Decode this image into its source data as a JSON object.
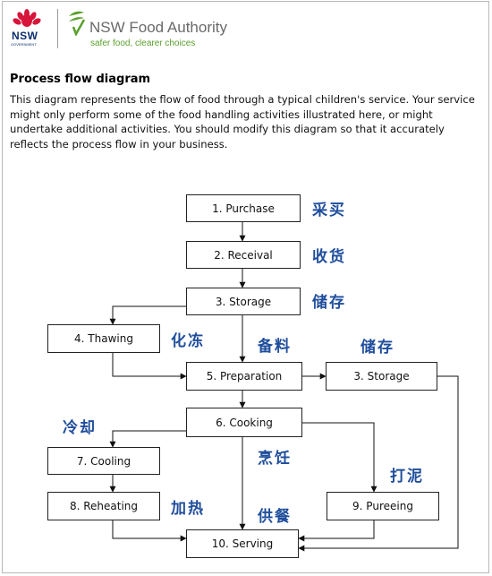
{
  "header": {
    "nsw_logo_text": "NSW",
    "nsw_logo_subtext": "GOVERNMENT",
    "org_name": "NSW Food Authority",
    "tagline": "safer food, clearer choices"
  },
  "title": "Process flow diagram",
  "description": "This diagram represents the flow of food through a typical children's service. Your service might only perform some of the food handling activities illustrated here, or might undertake additional activities. You should modify this diagram so that it accurately reflects the process flow in your business.",
  "steps": {
    "purchase": "1. Purchase",
    "receival": "2. Receival",
    "storage": "3. Storage",
    "thawing": "4. Thawing",
    "preparation": "5. Preparation",
    "storage2": "3. Storage",
    "cooking": "6. Cooking",
    "cooling": "7. Cooling",
    "reheating": "8. Reheating",
    "pureeing": "9. Pureeing",
    "serving": "10. Serving"
  },
  "annotations": {
    "purchase": "采买",
    "receival": "收货",
    "storage": "储存",
    "thawing": "化冻",
    "preparation": "备料",
    "storage2": "储存",
    "cooling": "冷却",
    "cooking": "烹饪",
    "pureeing": "打泥",
    "reheating": "加热",
    "serving": "供餐"
  },
  "colors": {
    "annotation": "#1f4e9c",
    "tagline": "#5aa02c",
    "nsw_red": "#d7153a",
    "nsw_navy": "#0a2d6e"
  }
}
